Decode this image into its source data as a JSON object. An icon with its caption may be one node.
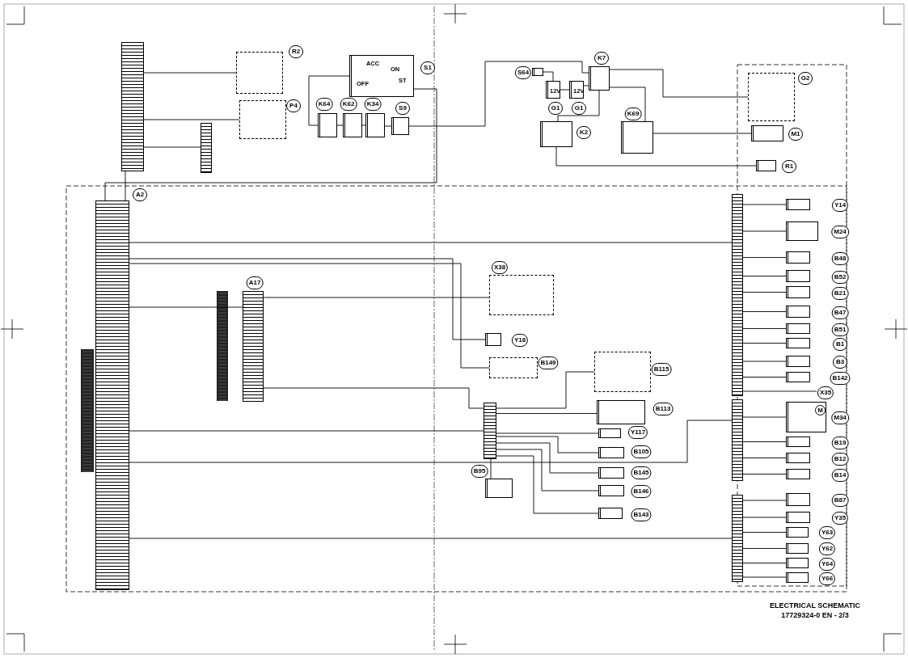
{
  "diagram": {
    "nodes": [
      {
        "text": [],
        "shape": "bar"
      },
      {
        "text": [
          "R2"
        ]
      },
      {
        "text": [
          "P4"
        ]
      },
      {
        "text": [],
        "shape": "bar"
      },
      {
        "text": [
          "OFF",
          "ACC",
          "ON",
          "ST",
          "S1"
        ]
      },
      {
        "text": [
          "K64"
        ]
      },
      {
        "text": [
          "K62"
        ]
      },
      {
        "text": [
          "K34"
        ]
      },
      {
        "text": [
          "S9"
        ]
      },
      {
        "text": [
          "S64"
        ]
      },
      {
        "text": [
          "12V",
          "G1"
        ]
      },
      {
        "text": [
          "12V",
          "G1"
        ]
      },
      {
        "text": [
          "K7"
        ]
      },
      {
        "text": [
          "K2"
        ]
      },
      {
        "text": [
          "K69"
        ]
      },
      {
        "text": [
          "G2"
        ]
      },
      {
        "text": [
          "M1"
        ]
      },
      {
        "text": [
          "R1"
        ]
      },
      {
        "text": [
          "A2"
        ]
      },
      {
        "text": [
          "A17"
        ]
      },
      {
        "text": [
          "X38"
        ]
      },
      {
        "text": [
          "Y18"
        ]
      },
      {
        "text": [
          "B149"
        ]
      },
      {
        "text": [],
        "shape": "bar"
      },
      {
        "text": [
          "B95"
        ]
      },
      {
        "text": [
          "B115"
        ]
      },
      {
        "text": [
          "B113"
        ]
      },
      {
        "text": [
          "Y117"
        ]
      },
      {
        "text": [
          "B105"
        ]
      },
      {
        "text": [
          "B145"
        ]
      },
      {
        "text": [
          "B146"
        ]
      },
      {
        "text": [
          "B143"
        ]
      },
      {
        "text": [],
        "shape": "bar"
      },
      {
        "text": [
          "Y14"
        ]
      },
      {
        "text": [
          "M24"
        ]
      },
      {
        "text": [
          "B48"
        ]
      },
      {
        "text": [
          "B52"
        ]
      },
      {
        "text": [
          "B21"
        ]
      },
      {
        "text": [
          "B47"
        ]
      },
      {
        "text": [
          "B51"
        ]
      },
      {
        "text": [
          "B1"
        ]
      },
      {
        "text": [
          "B3"
        ]
      },
      {
        "text": [
          "B142"
        ]
      },
      {
        "text": [
          "X35"
        ]
      },
      {
        "text": [],
        "shape": "bar"
      },
      {
        "text": [
          "M",
          "M34"
        ]
      },
      {
        "text": [
          "B19"
        ]
      },
      {
        "text": [
          "B12"
        ]
      },
      {
        "text": [
          "B14"
        ]
      },
      {
        "text": [],
        "shape": "bar"
      },
      {
        "text": [
          "B87"
        ]
      },
      {
        "text": [
          "Y35"
        ]
      },
      {
        "text": [
          "Y63"
        ]
      },
      {
        "text": [
          "Y62"
        ]
      },
      {
        "text": [
          "Y64"
        ]
      },
      {
        "text": [
          "Y66"
        ]
      }
    ],
    "edges": [
      {
        "from": 0,
        "to": 1,
        "arrow": "none"
      },
      {
        "from": 0,
        "to": 2,
        "arrow": "none"
      },
      {
        "from": 0,
        "to": 3,
        "arrow": "none"
      },
      {
        "from": 0,
        "to": 18,
        "arrow": "none"
      },
      {
        "from": 4,
        "to": 5,
        "arrow": "none"
      },
      {
        "from": 5,
        "to": 6,
        "arrow": "none"
      },
      {
        "from": 6,
        "to": 7,
        "arrow": "none"
      },
      {
        "from": 7,
        "to": 8,
        "arrow": "none"
      },
      {
        "from": 8,
        "to": 12,
        "arrow": "none"
      },
      {
        "from": 9,
        "to": 10,
        "arrow": "none"
      },
      {
        "from": 10,
        "to": 11,
        "arrow": "none"
      },
      {
        "from": 11,
        "to": 12,
        "arrow": "none"
      },
      {
        "from": 12,
        "to": 13,
        "arrow": "none"
      },
      {
        "from": 12,
        "to": 14,
        "arrow": "none"
      },
      {
        "from": 12,
        "to": 15,
        "arrow": "none"
      },
      {
        "from": 14,
        "to": 16,
        "arrow": "none"
      },
      {
        "from": 13,
        "to": 17,
        "arrow": "none"
      },
      {
        "from": 4,
        "to": 18,
        "arrow": "none"
      },
      {
        "from": 18,
        "to": 19,
        "arrow": "none"
      },
      {
        "from": 18,
        "to": 32,
        "arrow": "none"
      },
      {
        "from": 18,
        "to": 44,
        "arrow": "none"
      },
      {
        "from": 18,
        "to": 49,
        "arrow": "none"
      },
      {
        "from": 18,
        "to": 23,
        "arrow": "none"
      },
      {
        "from": 18,
        "to": 21,
        "arrow": "none"
      },
      {
        "from": 18,
        "to": 22,
        "arrow": "none"
      },
      {
        "from": 19,
        "to": 20,
        "arrow": "none"
      },
      {
        "from": 19,
        "to": 23,
        "arrow": "none"
      },
      {
        "from": 23,
        "to": 24,
        "arrow": "none"
      },
      {
        "from": 23,
        "to": 25,
        "arrow": "none"
      },
      {
        "from": 23,
        "to": 26,
        "arrow": "none"
      },
      {
        "from": 23,
        "to": 27,
        "arrow": "none"
      },
      {
        "from": 23,
        "to": 28,
        "arrow": "none"
      },
      {
        "from": 23,
        "to": 29,
        "arrow": "none"
      },
      {
        "from": 23,
        "to": 30,
        "arrow": "none"
      },
      {
        "from": 23,
        "to": 31,
        "arrow": "none"
      },
      {
        "from": 32,
        "to": 33,
        "arrow": "none"
      },
      {
        "from": 32,
        "to": 34,
        "arrow": "none"
      },
      {
        "from": 32,
        "to": 35,
        "arrow": "none"
      },
      {
        "from": 32,
        "to": 36,
        "arrow": "none"
      },
      {
        "from": 32,
        "to": 37,
        "arrow": "none"
      },
      {
        "from": 32,
        "to": 38,
        "arrow": "none"
      },
      {
        "from": 32,
        "to": 39,
        "arrow": "none"
      },
      {
        "from": 32,
        "to": 40,
        "arrow": "none"
      },
      {
        "from": 32,
        "to": 41,
        "arrow": "none"
      },
      {
        "from": 32,
        "to": 42,
        "arrow": "none"
      },
      {
        "from": 32,
        "to": 43,
        "arrow": "none"
      },
      {
        "from": 44,
        "to": 45,
        "arrow": "none"
      },
      {
        "from": 44,
        "to": 46,
        "arrow": "none"
      },
      {
        "from": 44,
        "to": 47,
        "arrow": "none"
      },
      {
        "from": 44,
        "to": 48,
        "arrow": "none"
      },
      {
        "from": 49,
        "to": 50,
        "arrow": "none"
      },
      {
        "from": 49,
        "to": 51,
        "arrow": "none"
      },
      {
        "from": 49,
        "to": 52,
        "arrow": "none"
      },
      {
        "from": 49,
        "to": 53,
        "arrow": "none"
      },
      {
        "from": 49,
        "to": 54,
        "arrow": "none"
      },
      {
        "from": 49,
        "to": 55,
        "arrow": "none"
      }
    ],
    "labels": [
      "ELECTRICAL SCHEMATIC",
      "17729324-0 EN - 2/3"
    ]
  }
}
